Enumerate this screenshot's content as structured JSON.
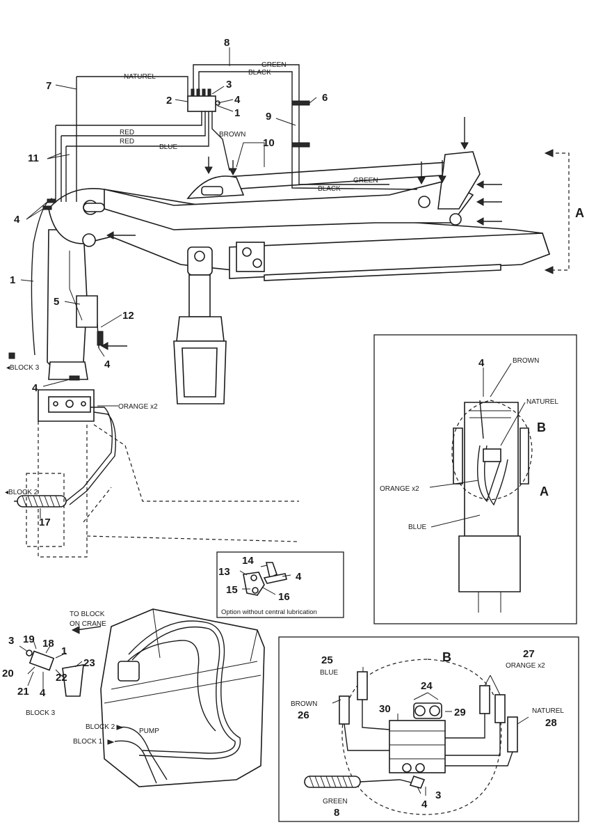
{
  "callouts": {
    "n1": "1",
    "n2": "2",
    "n3": "3",
    "n4": "4",
    "n5": "5",
    "n6": "6",
    "n7": "7",
    "n8": "8",
    "n9": "9",
    "n10": "10",
    "n11": "11",
    "n12": "12",
    "n13": "13",
    "n14": "14",
    "n15": "15",
    "n16": "16",
    "n17": "17",
    "n18": "18",
    "n19": "19",
    "n20": "20",
    "n21": "21",
    "n22": "22",
    "n23": "23",
    "n24": "24",
    "n25": "25",
    "n26": "26",
    "n27": "27",
    "n28": "28",
    "n29": "29",
    "n30": "30"
  },
  "hose_labels": {
    "green": "GREEN",
    "black": "BLACK",
    "naturel": "NATUREL",
    "red": "RED",
    "blue": "BLUE",
    "brown": "BROWN",
    "orange_x2": "ORANGE x2"
  },
  "blocks": {
    "block1": "BLOCK 1",
    "block2": "BLOCK 2",
    "block3": "BLOCK 3",
    "block3_arrow": "◂BLOCK 3",
    "block2_arrow": "◂BLOCK 2",
    "pump": "PUMP",
    "to_block_line1": "TO BLOCK",
    "to_block_line2": "ON CRANE"
  },
  "views": {
    "a": "A",
    "b": "B"
  },
  "option_caption": "Option without central lubrication",
  "colors": {
    "line": "#1a1a1a",
    "background": "#ffffff"
  }
}
